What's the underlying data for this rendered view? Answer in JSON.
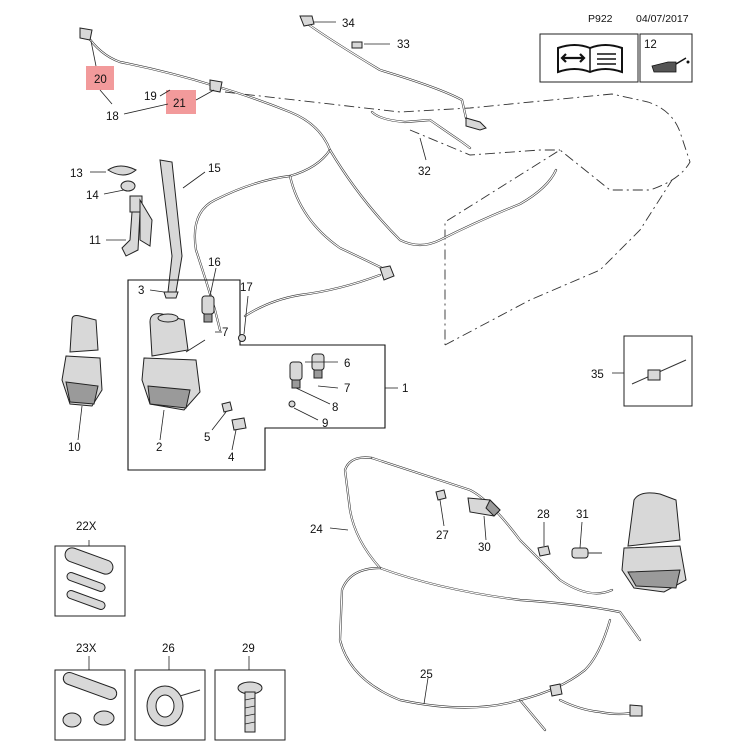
{
  "header": {
    "page_code": "P922",
    "date": "04/07/2017",
    "icon_box_number": "12"
  },
  "callouts": {
    "c1": "1",
    "c2": "2",
    "c3": "3",
    "c4": "4",
    "c5": "5",
    "c6": "6",
    "c7a": "7",
    "c7b": "7",
    "c8": "8",
    "c9": "9",
    "c10": "10",
    "c11": "11",
    "c13": "13",
    "c14": "14",
    "c15": "15",
    "c16": "16",
    "c17": "17",
    "c18": "18",
    "c19": "19",
    "c20": "20",
    "c21": "21",
    "c24": "24",
    "c25": "25",
    "c27": "27",
    "c28": "28",
    "c30": "30",
    "c31": "31",
    "c32": "32",
    "c33": "33",
    "c34": "34",
    "c35": "35"
  },
  "detail_boxes": {
    "b22": "22X",
    "b23": "23X",
    "b26": "26",
    "b29": "29"
  },
  "highlight_color": "#f0888a"
}
